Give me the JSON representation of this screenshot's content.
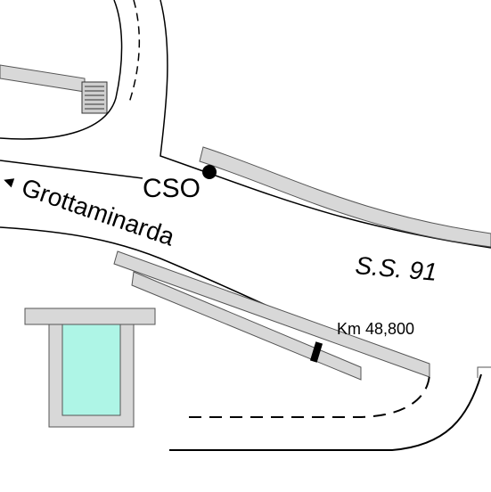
{
  "labels": {
    "station": "CSO",
    "direction": "Grottaminarda",
    "direction_arrow": "◄",
    "road": "S.S. 91",
    "kilometer": "Km 48,800"
  },
  "colors": {
    "road_edge": "#000000",
    "platform_fill": "#d8d8d8",
    "platform_edge": "#555555",
    "building_fill": "#d8d8d8",
    "pool_fill": "#aef5e6",
    "marker": "#000000"
  },
  "icons": {
    "station_marker": "filled-circle",
    "km_marker": "black-rectangle",
    "direction": "left-arrow"
  }
}
